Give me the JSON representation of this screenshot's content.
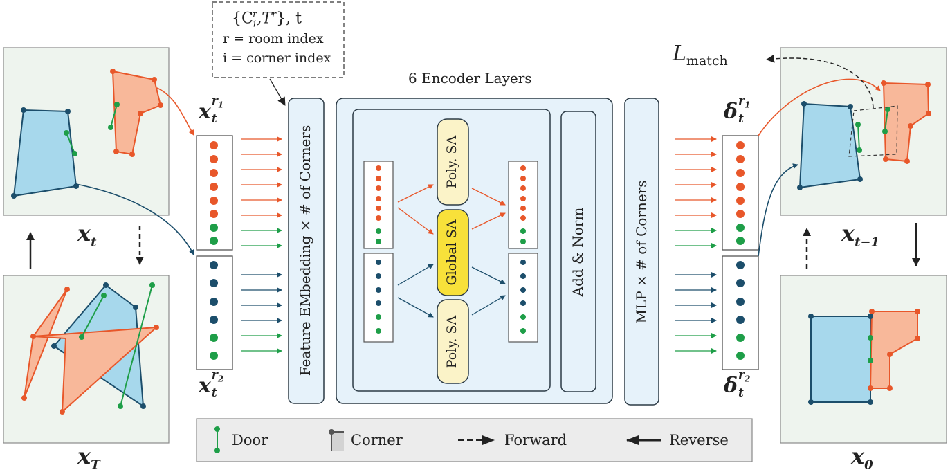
{
  "info_box": {
    "line1": "{C",
    "line1_sub": "i",
    "line1_sup": "r",
    "line1_mid": ",T",
    "line1_sup2": "r",
    "line1_end": "}, t",
    "line2": "r = room index",
    "line3": "i = corner index"
  },
  "encoder": {
    "title": "6 Encoder Layers",
    "feature_embedding": "Feature EMbedding × # of Corners",
    "poly_sa_top": "Poly. SA",
    "global_sa": "Global SA",
    "poly_sa_bottom": "Poly. SA",
    "add_norm": "Add & Norm",
    "mlp": "MLP × # of Corners"
  },
  "symbols": {
    "x_t": "x",
    "x_t_sub": "t",
    "x_T": "x",
    "x_T_sub": "T",
    "x_tm1": "x",
    "x_tm1_sub": "t−1",
    "x_0": "x",
    "x_0_sub": "0",
    "xr1": "x",
    "xr1_sub": "t",
    "xr1_sup": "r",
    "xr1_sup_sub": "1",
    "xr2": "x",
    "xr2_sub": "t",
    "xr2_sup": "r",
    "xr2_sup_sub": "2",
    "dr1": "δ",
    "dr1_sub": "t",
    "dr1_sup": "r",
    "dr1_sup_sub": "1",
    "dr2": "δ",
    "dr2_sub": "t",
    "dr2_sup": "r",
    "dr2_sup_sub": "2",
    "l_match": "L",
    "l_match_sub": "match"
  },
  "legend": {
    "door": "Door",
    "corner": "Corner",
    "forward": "Forward",
    "reverse": "Reverse"
  },
  "colors": {
    "orange": "#e8572a",
    "orange_fill": "#f8b89a",
    "blue": "#1c4e6b",
    "blue_fill": "#a7d8ec",
    "green": "#1e9e48",
    "panel_bg": "#eef4ee",
    "box_bg": "#e6f2fa",
    "box_stroke": "#2b3a45",
    "poly_sa_fill": "#fbf3c8",
    "global_sa_fill": "#f8e13a",
    "legend_bg": "#ececec"
  }
}
